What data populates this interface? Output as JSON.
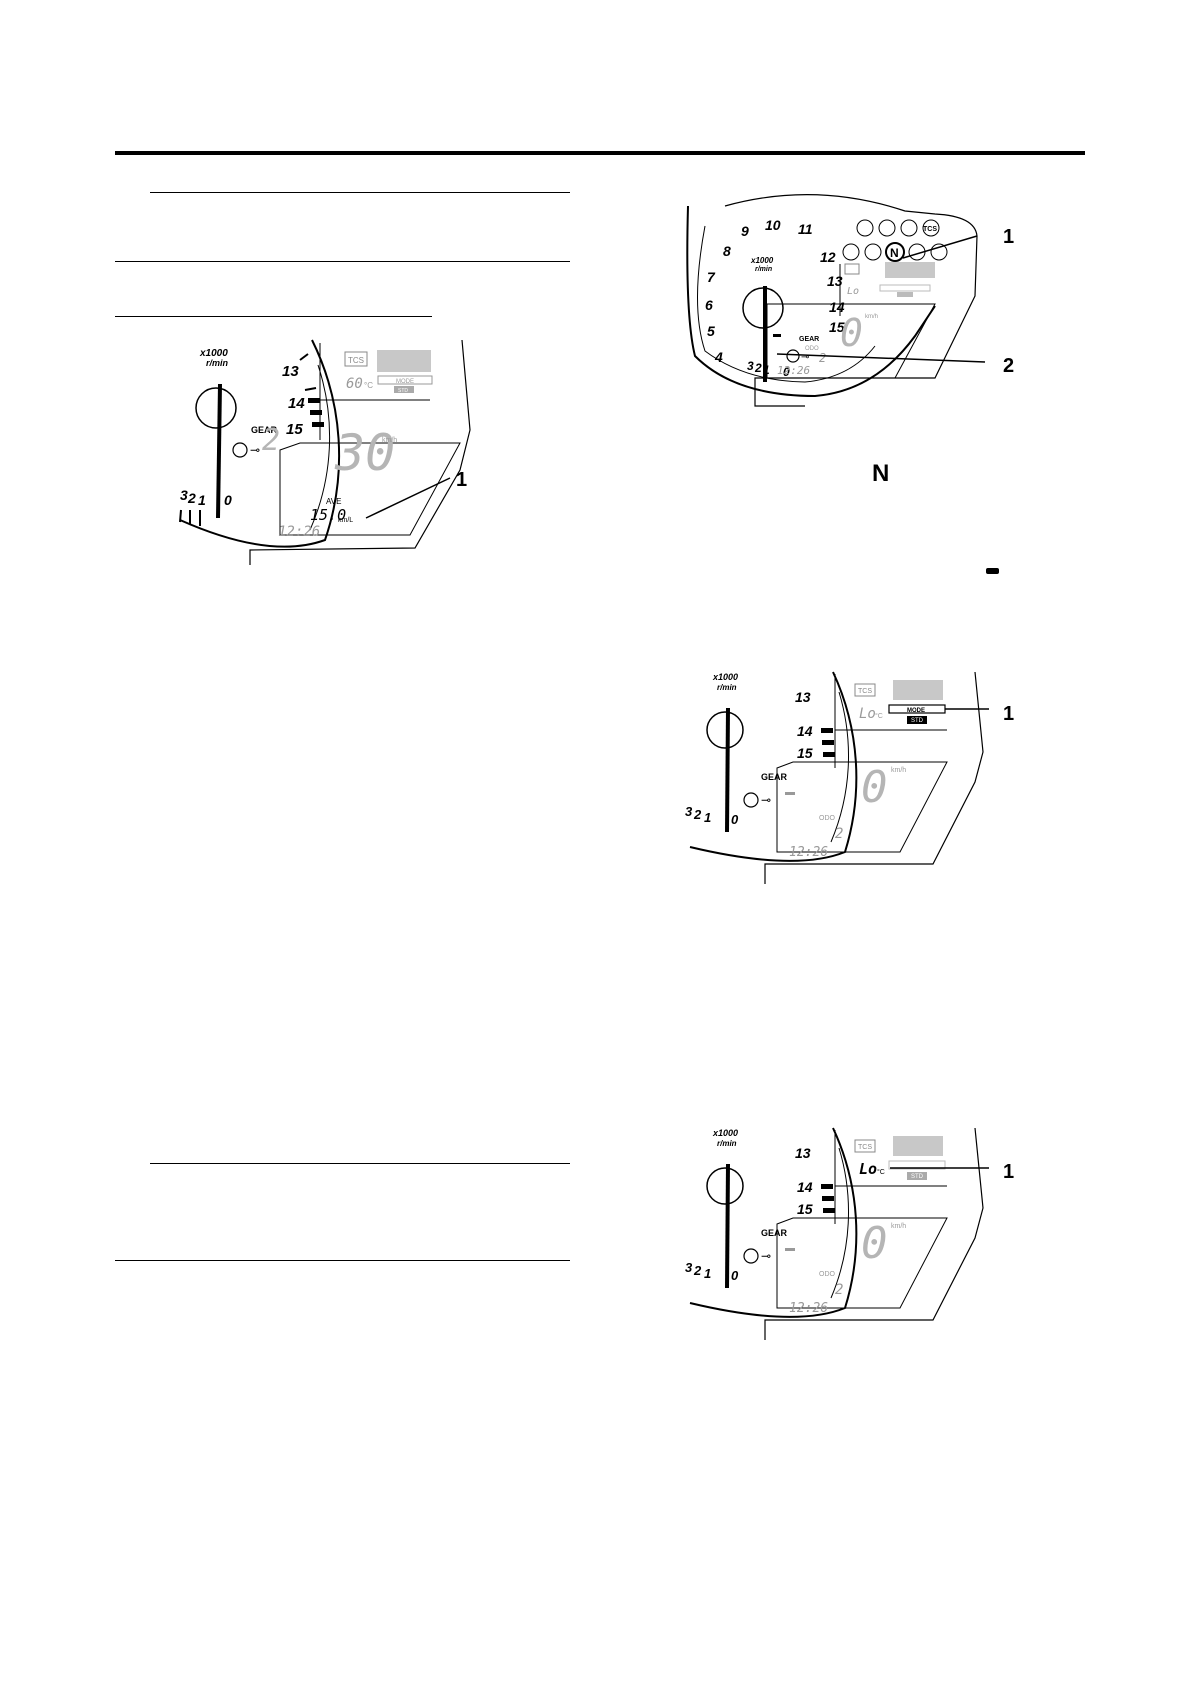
{
  "page": {
    "top_rule": true
  },
  "common": {
    "tach_unit_top": "x1000",
    "tach_unit_bottom": "r/min",
    "gear_label": "GEAR",
    "tcs_label": "TCS",
    "speed_unit": "km/h",
    "clock": "12:26",
    "odo_label": "ODO",
    "temp_unit": "°C",
    "mode_label": "MODE",
    "std_label": "STD",
    "dial_numbers_partial": [
      "13",
      "14",
      "15"
    ],
    "low_numbers": [
      "3",
      "2",
      "1",
      "0"
    ]
  },
  "figure1": {
    "gear_value": "2",
    "speed_value": "30",
    "temp_value": "60",
    "ave_label": "AVE",
    "ave_value": "15.0",
    "ave_unit": "km/L",
    "callout": "1"
  },
  "figure2": {
    "dial_numbers": [
      "9",
      "10",
      "11",
      "12",
      "13",
      "14",
      "15",
      "8",
      "7",
      "6",
      "5",
      "4"
    ],
    "indicator_tcs": "TCS",
    "neutral_symbol": "N",
    "gear_value": "–",
    "speed_value": "0",
    "temp_value": "Lo",
    "odo_value": "2",
    "callout_1": "1",
    "callout_2": "2"
  },
  "inline_symbols": {
    "neutral": "N",
    "dash": "–"
  },
  "figure3": {
    "gear_value": "–",
    "speed_value": "0",
    "temp_value": "Lo",
    "odo_value": "2",
    "callout": "1"
  },
  "figure4": {
    "gear_value": "–",
    "speed_value": "0",
    "temp_value": "Lo",
    "odo_value": "2",
    "callout": "1"
  }
}
